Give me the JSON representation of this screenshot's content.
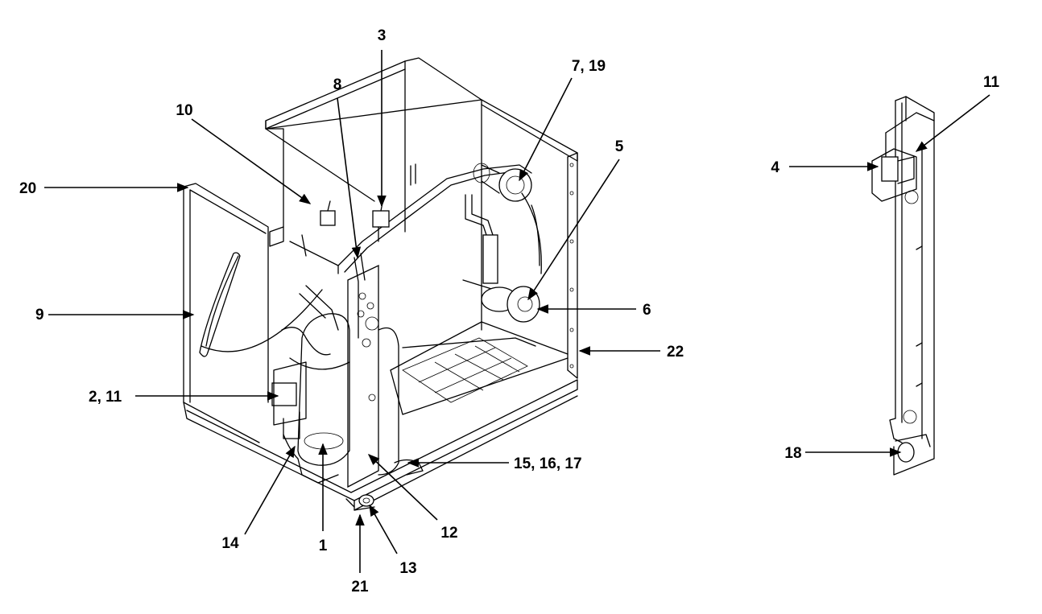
{
  "callouts": {
    "c1": "1",
    "c2_11": "2, 11",
    "c3": "3",
    "c4": "4",
    "c5": "5",
    "c6": "6",
    "c7_19": "7, 19",
    "c8": "8",
    "c9": "9",
    "c10": "10",
    "c11": "11",
    "c12": "12",
    "c13": "13",
    "c14": "14",
    "c15_16_17": "15, 16, 17",
    "c18": "18",
    "c20": "20",
    "c21": "21",
    "c22": "22"
  },
  "colors": {
    "line": "#000000",
    "background": "#ffffff"
  }
}
